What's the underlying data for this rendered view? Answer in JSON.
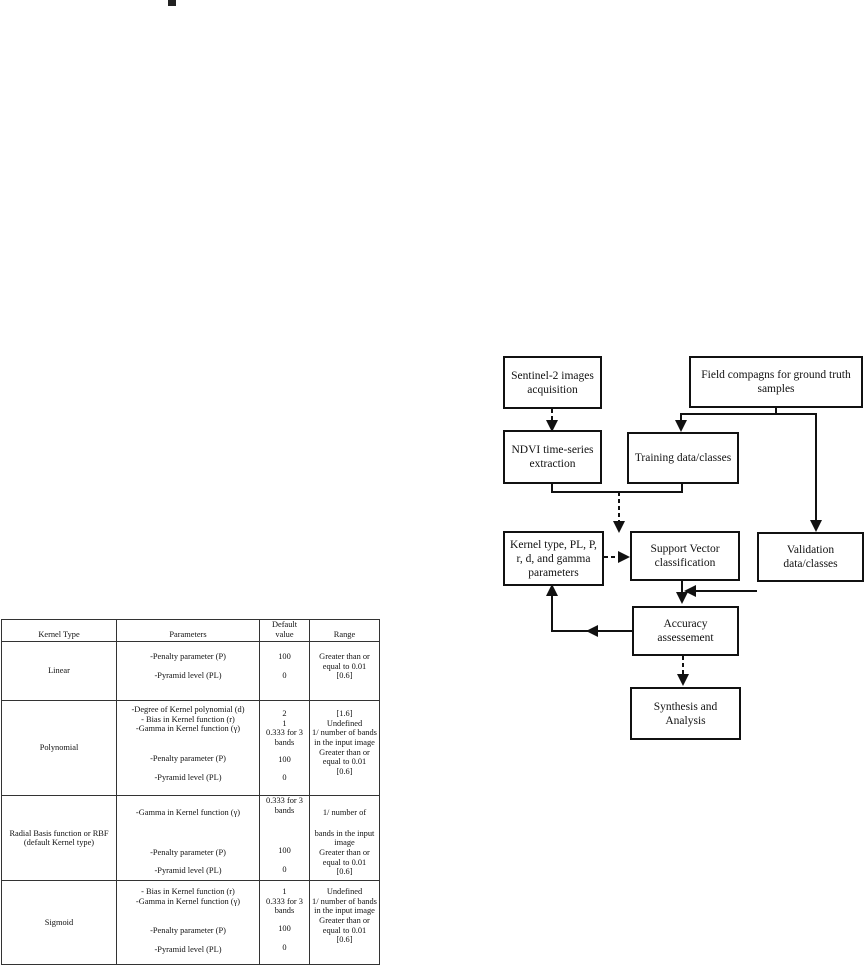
{
  "table": {
    "headers": [
      "Kernel Type",
      "Parameters",
      "Default value",
      "Range"
    ],
    "linear": {
      "type": "Linear",
      "p1": "-Penalty parameter (P)",
      "d1": "100",
      "r1": "Greater than or equal to 0.01",
      "p2": "-Pyramid level (PL)",
      "d2": "0",
      "r2": "[0.6]"
    },
    "polynomial": {
      "type": "Polynomial",
      "params": "-Degree of Kernel polynomial (d)\n- Bias in Kernel function (r)\n-Gamma in Kernel function (γ)",
      "defaults": "2\n1\n0.333 for 3 bands",
      "ranges": "[1.6]\nUndefined\n1/ number of bands in the input image",
      "p4": "-Penalty parameter (P)",
      "d4": "100",
      "r4": "Greater than or equal to 0.01",
      "p5": "-Pyramid level (PL)",
      "d5": "0",
      "r5": "[0.6]"
    },
    "rbf": {
      "type": "Radial Basis function or RBF (default Kernel type)",
      "p1": "-Gamma in Kernel function (γ)",
      "d1": "0.333 for 3 bands",
      "r1a": "1/ number of",
      "r1b": "bands in the input image",
      "p2": "-Penalty parameter (P)",
      "d2": "100",
      "r2": "Greater than or equal to 0.01",
      "p3": "-Pyramid level (PL)",
      "d3": "0",
      "r3": "[0.6]"
    },
    "sigmoid": {
      "type": "Sigmoid",
      "params": "- Bias in Kernel function (r)\n-Gamma in Kernel function (γ)",
      "defaults": "1\n0.333 for 3 bands",
      "ranges": "Undefined\n1/ number of bands in the input image",
      "p3": "-Penalty parameter (P)",
      "d3": "100",
      "r3": "Greater than or equal to 0.01",
      "p4": "-Pyramid level (PL)",
      "d4": "0",
      "r4": "[0.6]"
    }
  },
  "flowchart": {
    "sentinel": "Sentinel-2 images acquisition",
    "field": "Field compagns for ground truth samples",
    "ndvi": "NDVI time-series extraction",
    "training": "Training data/classes",
    "kernel": "Kernel type, PL, P, r, d, and gamma parameters",
    "svc": "Support Vector classification",
    "validation": "Validation data/classes",
    "accuracy": "Accuracy assessement",
    "synthesis": "Synthesis and Analysis"
  }
}
